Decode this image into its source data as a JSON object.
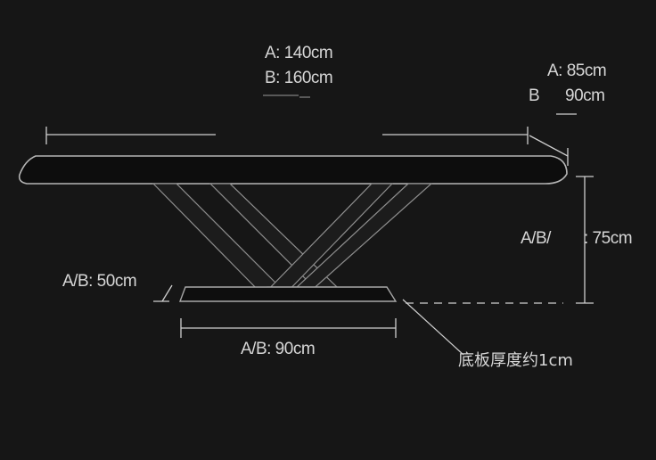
{
  "labels": {
    "length_a": "A: 140cm",
    "length_b": "B: 160cm",
    "depth_a": "A: 85cm",
    "depth_b_prefix": "B",
    "depth_b_value": "90cm",
    "height_prefix": "A/B/",
    "height_value": ": 75cm",
    "base_depth": "A/B: 50cm",
    "base_width": "A/B: 90cm",
    "base_thickness": "底板厚度约1cm"
  },
  "colors": {
    "background": "#161616",
    "line": "#cfcfcf",
    "table_fill": "#0d0d0d",
    "table_edge": "#b5b5b5",
    "leg_fill": "#1c1c1c"
  }
}
